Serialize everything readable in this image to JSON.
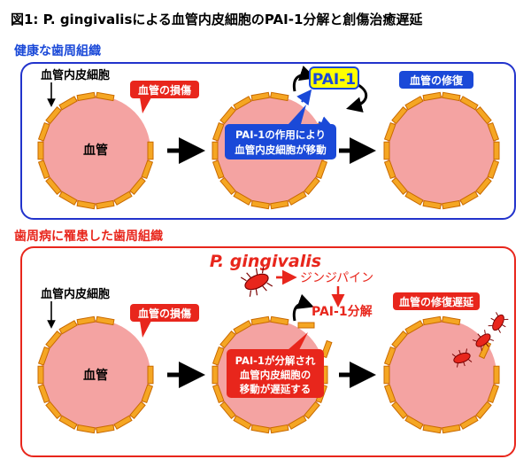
{
  "figure_title": "図1: P. gingivalisによる血管内皮細胞のPAI-1分解と創傷治癒遅延",
  "healthy": {
    "heading": "健康な歯周組織",
    "endothelial_label": "血管内皮細胞",
    "injury_label": "血管の損傷",
    "vessel_label": "血管",
    "pai_label": "PAI-1",
    "migration_line1": "PAI-1の作用により",
    "migration_line2": "血管内皮細胞が移動",
    "repair_label": "血管の修復"
  },
  "disease": {
    "heading": "歯周病に罹患した歯周組織",
    "bacterium_name": "P. gingivalis",
    "protease_label": "ジンジパイン",
    "endothelial_label": "血管内皮細胞",
    "injury_label": "血管の損傷",
    "vessel_label": "血管",
    "degradation_label": "PAI-1分解",
    "delay_line1": "PAI-1が分解され",
    "delay_line2": "血管内皮細胞の",
    "delay_line3": "移動が遅延する",
    "repair_delay_label": "血管の修復遅延"
  },
  "colors": {
    "vessel_fill": "#f4a3a2",
    "cell_fill": "#f5a623",
    "cell_stroke": "#c96a00",
    "healthy_frame": "#2233cc",
    "disease_frame": "#e8261c",
    "label_red": "#e8261c",
    "label_blue": "#1a49d8",
    "pai_yellow": "#ffff00"
  }
}
